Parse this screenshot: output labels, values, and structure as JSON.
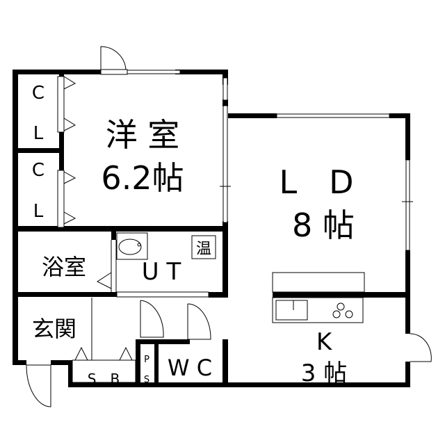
{
  "rooms": {
    "western_room": {
      "name": "洋 室",
      "size": "6.2帖"
    },
    "ld": {
      "name": "L　D",
      "size": "8 帖"
    },
    "kitchen": {
      "name": "K",
      "size": "3 帖"
    },
    "closet1": {
      "c": "C",
      "l": "L"
    },
    "closet2": {
      "c": "C",
      "l": "L"
    },
    "bathroom": {
      "name": "浴室"
    },
    "utility": {
      "name": "U T"
    },
    "water_heater": {
      "name": "温"
    },
    "entrance": {
      "name": "玄関"
    },
    "shoe_box": {
      "name": "S　B"
    },
    "pipe_space": {
      "p": "P",
      "s": "S"
    },
    "toilet": {
      "name": "W C"
    }
  },
  "colors": {
    "wall": "#000000",
    "background": "#ffffff"
  }
}
